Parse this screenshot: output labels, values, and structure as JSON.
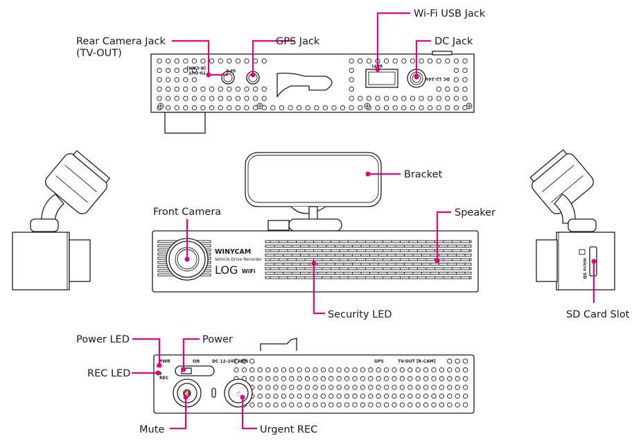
{
  "accent_color": "#e0007a",
  "device": {
    "brand": "WINYCAM",
    "subtitle": "Vehicle Drive Recorder",
    "model": "LOG",
    "model_suffix": "WiFi"
  },
  "top_panel_markings": {
    "tv_out": "TV-OUT",
    "r_cam": "[R-CAM]",
    "gps": "GPS",
    "wifi": "WIFI",
    "dc": "DC 12-24V"
  },
  "bottom_panel_markings": {
    "pwr": "PWR",
    "rec": "REC",
    "on": "ON",
    "dc": "DC 12-24V",
    "wifi": "WIFI",
    "gps": "GPS",
    "tv_out": "TV-OUT [R-CAM]"
  },
  "side_markings": {
    "sd": "micro SD"
  },
  "callouts": {
    "rear_camera_jack": "Rear Camera Jack",
    "rear_camera_jack_sub": "(TV-OUT)",
    "gps_jack": "GPS Jack",
    "wifi_usb_jack": "Wi-Fi USB Jack",
    "dc_jack": "DC Jack",
    "bracket": "Bracket",
    "front_camera": "Front Camera",
    "speaker": "Speaker",
    "security_led": "Security LED",
    "sd_card_slot": "SD Card Slot",
    "power_led": "Power LED",
    "power": "Power",
    "rec_led": "REC LED",
    "mute": "Mute",
    "urgent_rec": "Urgent REC"
  }
}
